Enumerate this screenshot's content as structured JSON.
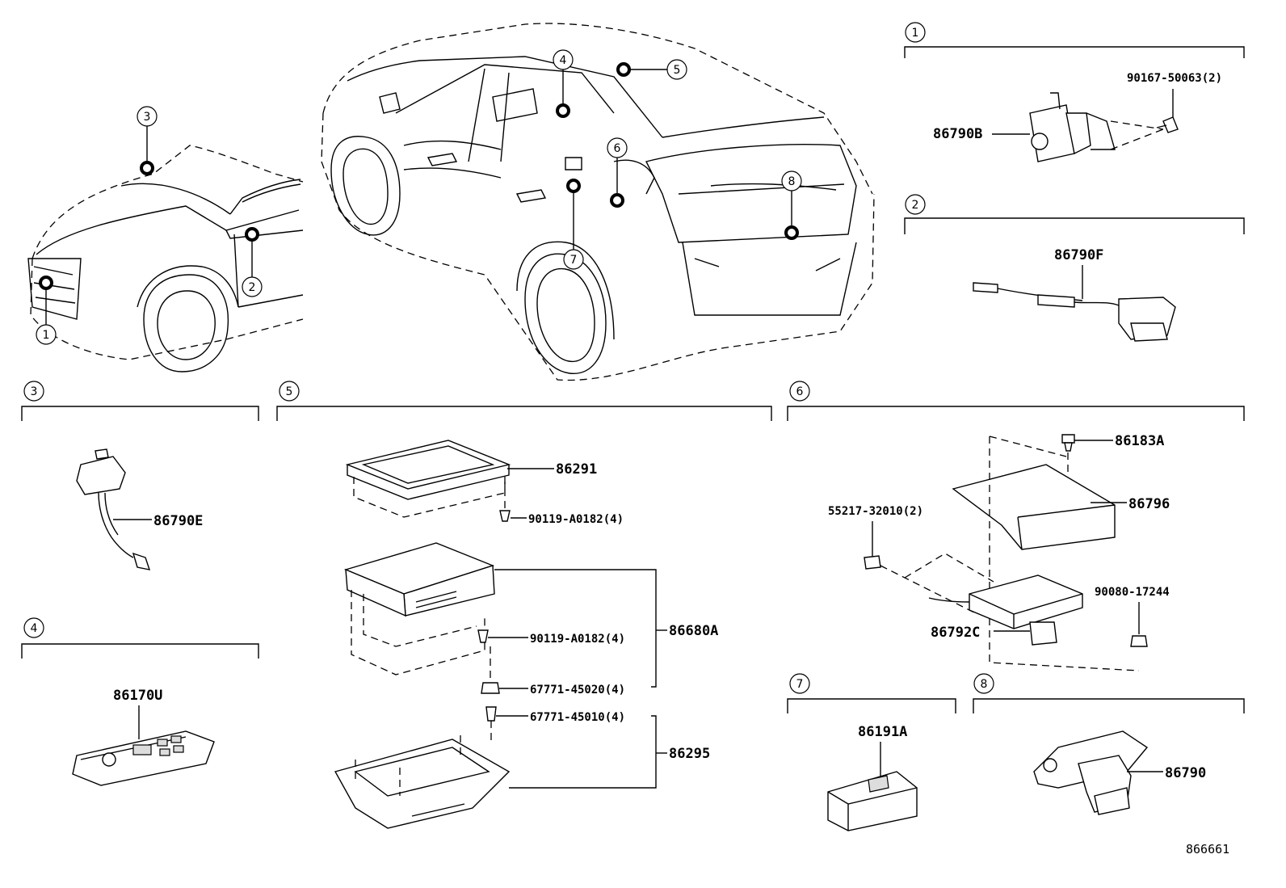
{
  "figure_number": "866661",
  "sections": [
    {
      "no": "1",
      "parts": [
        "86790B",
        "90167-50063(2)"
      ]
    },
    {
      "no": "2",
      "parts": [
        "86790F"
      ]
    },
    {
      "no": "3",
      "parts": [
        "86790E"
      ]
    },
    {
      "no": "4",
      "parts": [
        "86170U"
      ]
    },
    {
      "no": "5",
      "parts": [
        "86291",
        "90119-A0182(4)",
        "86680A",
        "90119-A0182(4)",
        "67771-45020(4)",
        "67771-45010(4)",
        "86295"
      ]
    },
    {
      "no": "6",
      "parts": [
        "86183A",
        "86796",
        "55217-32010(2)",
        "90080-17244",
        "86792C"
      ]
    },
    {
      "no": "7",
      "parts": [
        "86191A"
      ]
    },
    {
      "no": "8",
      "parts": [
        "86790"
      ]
    }
  ],
  "locators": {
    "front_view": [
      "1",
      "2",
      "3"
    ],
    "rear_view": [
      "4",
      "5",
      "6",
      "7",
      "8"
    ]
  }
}
